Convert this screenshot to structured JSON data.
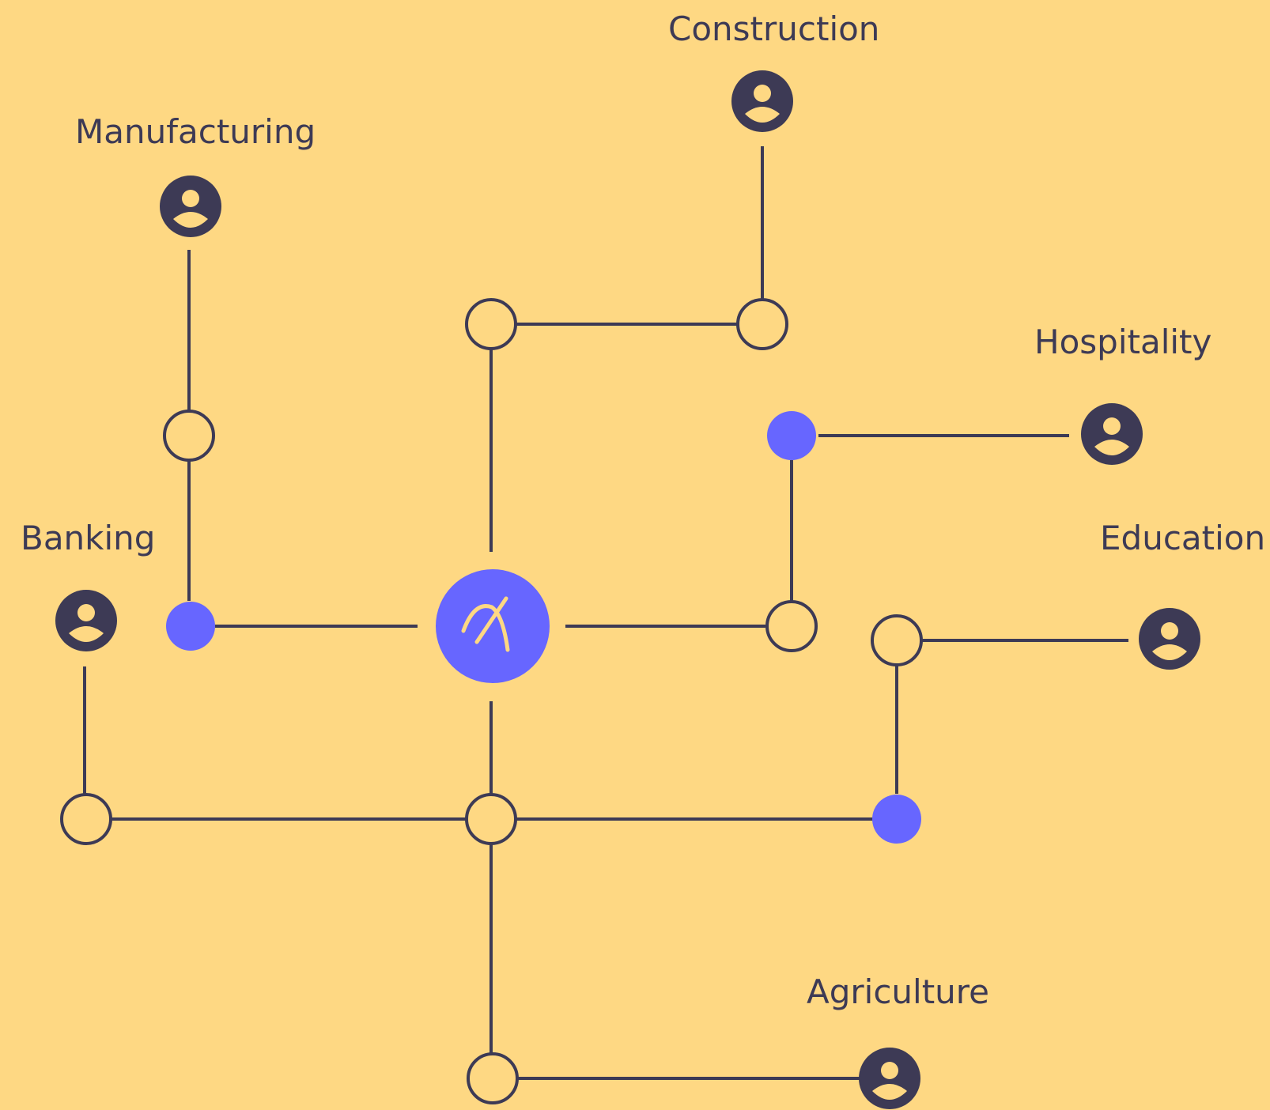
{
  "colors": {
    "background": "#FED883",
    "line": "#3D3A55",
    "accent": "#6766FF",
    "symbol": "#FED883"
  },
  "hub": {
    "icon": "dirham-currency-icon",
    "symbol": "⃃"
  },
  "sectors": [
    {
      "id": "construction",
      "label": "Construction",
      "icon": "user-icon"
    },
    {
      "id": "manufacturing",
      "label": "Manufacturing",
      "icon": "user-icon"
    },
    {
      "id": "hospitality",
      "label": "Hospitality",
      "icon": "user-icon"
    },
    {
      "id": "banking",
      "label": "Banking",
      "icon": "user-icon"
    },
    {
      "id": "education",
      "label": "Education",
      "icon": "user-icon"
    },
    {
      "id": "agriculture",
      "label": "Agriculture",
      "icon": "user-icon"
    }
  ]
}
